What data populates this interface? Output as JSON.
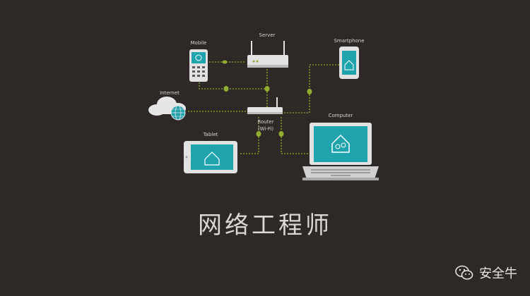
{
  "diagram": {
    "nodes": {
      "server": "Server",
      "mobile": "Mobile",
      "smartphone": "Smartphone",
      "internet": "Internet",
      "router_line1": "Router",
      "router_line2": "(Wi-Fi)",
      "tablet": "Tablet",
      "computer": "Computer"
    },
    "colors": {
      "background": "#2e2927",
      "screen": "#1fa3ad",
      "link": "#8fae2f",
      "device": "#d9d9d9"
    }
  },
  "title": "网络工程师",
  "watermark": {
    "text": "安全牛",
    "icon": "wechat-icon"
  }
}
